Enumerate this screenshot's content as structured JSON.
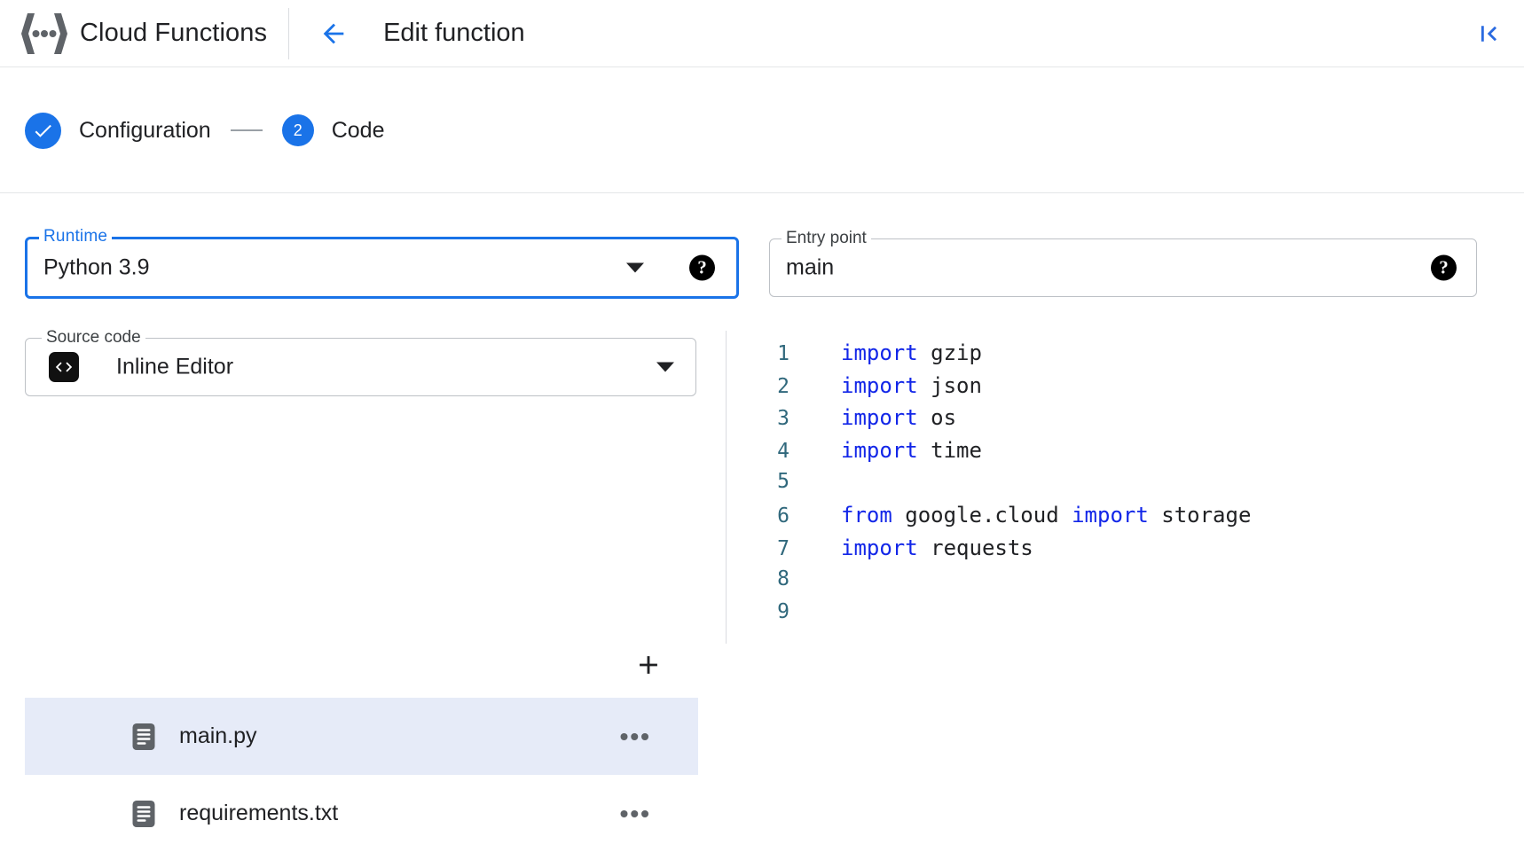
{
  "header": {
    "product_logo_icon": "cloud-functions-logo-icon",
    "product_title": "Cloud Functions",
    "back_icon": "arrow-left-icon",
    "page_heading": "Edit function",
    "collapse_icon": "collapse-left-icon"
  },
  "stepper": {
    "steps": [
      {
        "label": "Configuration",
        "state": "complete",
        "marker": "check-icon"
      },
      {
        "label": "Code",
        "state": "active",
        "marker": "2"
      }
    ],
    "connector": "—"
  },
  "form": {
    "runtime": {
      "label": "Runtime",
      "value": "Python 3.9",
      "focused": true,
      "caret_icon": "chevron-down-icon",
      "help_icon": "help-icon",
      "help_glyph": "?"
    },
    "entry_point": {
      "label": "Entry point",
      "value": "main",
      "placeholder": "Entry point",
      "help_icon": "help-icon",
      "help_glyph": "?"
    },
    "source_code": {
      "label": "Source code",
      "value": "Inline Editor",
      "badge_icon": "code-brackets-icon",
      "badge_glyph": "<>",
      "caret_icon": "chevron-down-icon"
    },
    "add_file": {
      "icon": "plus-icon",
      "glyph": "+"
    },
    "files": [
      {
        "name": "main.py",
        "icon": "document-icon",
        "selected": true,
        "more_icon": "more-horizontal-icon",
        "more_glyph": "•••"
      },
      {
        "name": "requirements.txt",
        "icon": "document-icon",
        "selected": false,
        "more_icon": "more-horizontal-icon",
        "more_glyph": "•••"
      }
    ]
  },
  "editor": {
    "filename": "main.py",
    "lines": [
      {
        "number": "1",
        "tokens": [
          {
            "t": "import",
            "c": "kw"
          },
          {
            "t": " gzip",
            "c": ""
          }
        ]
      },
      {
        "number": "2",
        "tokens": [
          {
            "t": "import",
            "c": "kw"
          },
          {
            "t": " json",
            "c": ""
          }
        ]
      },
      {
        "number": "3",
        "tokens": [
          {
            "t": "import",
            "c": "kw"
          },
          {
            "t": " os",
            "c": ""
          }
        ]
      },
      {
        "number": "4",
        "tokens": [
          {
            "t": "import",
            "c": "kw"
          },
          {
            "t": " time",
            "c": ""
          }
        ]
      },
      {
        "number": "5",
        "tokens": []
      },
      {
        "number": "6",
        "tokens": [
          {
            "t": "from",
            "c": "kw"
          },
          {
            "t": " google.cloud ",
            "c": ""
          },
          {
            "t": "import",
            "c": "kw"
          },
          {
            "t": " storage",
            "c": ""
          }
        ]
      },
      {
        "number": "7",
        "tokens": [
          {
            "t": "import",
            "c": "kw"
          },
          {
            "t": " requests",
            "c": ""
          }
        ]
      },
      {
        "number": "8",
        "tokens": []
      },
      {
        "number": "9",
        "tokens": []
      }
    ]
  },
  "colors": {
    "accent_blue": "#1a73e8",
    "keyword_blue": "#1226e8",
    "line_number_teal": "#30687c",
    "selected_row_bg": "#e6ebf8",
    "logo_grey": "#5f6368",
    "border_grey": "#bdc1c6"
  }
}
